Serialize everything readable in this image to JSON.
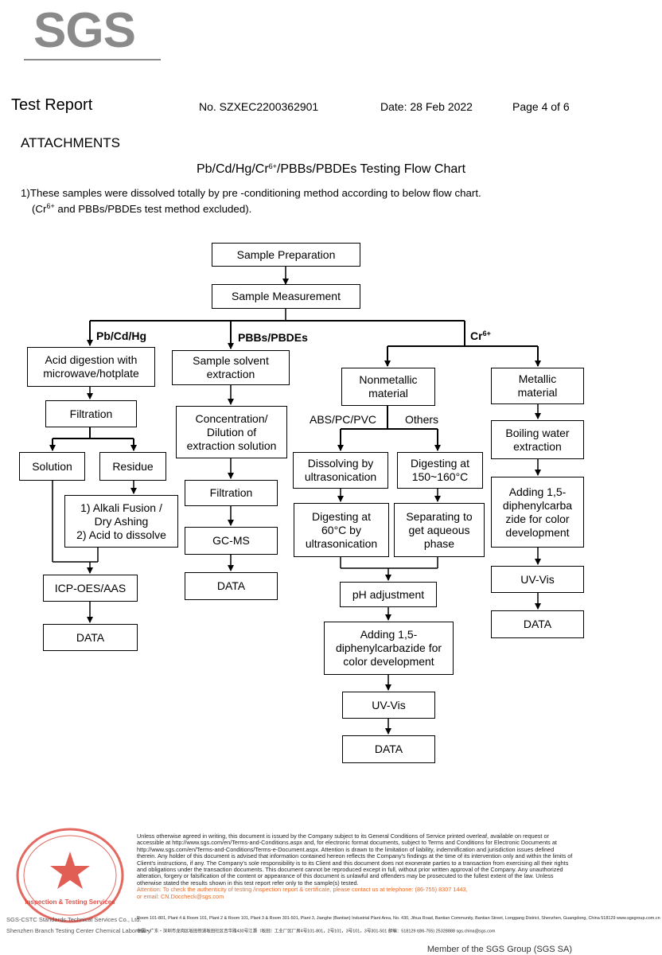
{
  "header": {
    "logo_text": "SGS",
    "title": "Test Report",
    "report_no": "No. SZXEC2200362901",
    "date": "Date: 28 Feb 2022",
    "page": "Page 4 of 6"
  },
  "section_title": "ATTACHMENTS",
  "chart_title": {
    "pre": "Pb/Cd/Hg/Cr",
    "sup": "6+",
    "post": "/PBBs/PBDEs Testing Flow Chart"
  },
  "intro": {
    "line1": "1)These samples were dissolved totally by pre -conditioning method according to below flow chart.",
    "line2_pre": "(Cr",
    "line2_sup": "6+",
    "line2_post": " and PBBs/PBDEs  test method excluded)."
  },
  "flow": {
    "sample_prep": "Sample Preparation",
    "sample_meas": "Sample Measurement",
    "branch_pb": "Pb/Cd/Hg",
    "branch_pbb": "PBBs/PBDEs",
    "branch_cr": "Cr",
    "branch_cr_sup": "6+",
    "pb": {
      "acid_l1": "Acid digestion with",
      "acid_l2": "microwave/hotplate",
      "filtration": "Filtration",
      "solution": "Solution",
      "residue": "Residue",
      "alkali_l1": "1) Alkali Fusion /",
      "alkali_l2": "Dry Ashing",
      "alkali_l3": "2) Acid to dissolve",
      "icp": "ICP-OES/AAS",
      "data": "DATA"
    },
    "pbb": {
      "solvent_l1": "Sample solvent",
      "solvent_l2": "extraction",
      "conc_l1": "Concentration/",
      "conc_l2": "Dilution of",
      "conc_l3": "extraction solution",
      "filtration": "Filtration",
      "gcms": "GC-MS",
      "data": "DATA"
    },
    "cr": {
      "nonmet_l1": "Nonmetallic",
      "nonmet_l2": "material",
      "met_l1": "Metallic",
      "met_l2": "material",
      "abs": "ABS/PC/PVC",
      "others": "Others",
      "diss_l1": "Dissolving by",
      "diss_l2": "ultrasonication",
      "dig150_l1": "Digesting at",
      "dig150_l2": "150~160°C",
      "dig60_l1": "Digesting at",
      "dig60_l2": "60°C by",
      "dig60_l3": "ultrasonication",
      "sep_l1": "Separating to",
      "sep_l2": "get aqueous",
      "sep_l3": "phase",
      "ph": "pH adjustment",
      "add_l1": "Adding 1,5-",
      "add_l2": "diphenylcarbazide for",
      "add_l3": "color development",
      "uvvis": "UV-Vis",
      "data": "DATA",
      "boil_l1": "Boiling water",
      "boil_l2": "extraction",
      "madd_l1": "Adding 1,5-",
      "madd_l2": "diphenylcarba",
      "madd_l3": "zide for color",
      "madd_l4": "development",
      "muvvis": "UV-Vis",
      "mdata": "DATA"
    }
  },
  "footer": {
    "legal": "Unless otherwise agreed in writing, this document is issued by the Company subject to its General Conditions of Service printed overleaf, available on request or accessible at http://www.sgs.com/en/Terms-and-Conditions.aspx and, for electronic format documents, subject to Terms and Conditions for Electronic Documents at http://www.sgs.com/en/Terms-and-Conditions/Terms-e-Document.aspx. Attention is drawn to the limitation of liability, indemnification and jurisdiction issues defined therein. Any holder of this document is advised that information contained hereon reflects the Company's findings at the time of its intervention only and within the limits of Client's instructions, if any. The Company's sole responsibility is to its Client and this document does not exonerate parties to a transaction from exercising all their rights and obligations under the transaction documents. This document cannot be reproduced except in full, without prior written approval of the Company. Any unauthorized alteration, forgery or falsification of the content or appearance of this document is unlawful and offenders may be prosecuted to the fullest extent of the law. Unless otherwise stated the results shown in this test report refer only to the sample(s) tested.",
    "attention": "Attention: To check the authenticity of testing /inspection report & certificate, please contact us at telephone: (86-755) 8307 1443,",
    "email": "or email: CN.Doccheck@sgs.com",
    "addr_en": "Room 101-801, Plant 4 & Room 101, Plant 2 & Room 101, Plant 3 & Room 301-501, Plant 3, Jianghe (Bantian) Industrial Plant Area, No. 430, Jihua Road, Bantian Community, Bantian Street, Longgang District, Shenzhen, Guangdong, China 518129   www.sgsgroup.com.cn",
    "addr_cn": "中国・广东・深圳市龙岗区坂田街道坂田社区吉华路430号江灏（坂田）工业厂区厂房4号101-801，2号101，3号101，3号301-501 邮编：518129   t(86-755) 25328888   sgs.china@sgs.com",
    "stamp_cap1": "SGS-CSTC Standards Technical Services Co., Ltd.",
    "stamp_cap2": "Shenzhen Branch Testing Center Chemical Laboratory",
    "stamp_text": "Inspection & Testing Services",
    "member": "Member of the SGS Group (SGS SA)"
  },
  "colors": {
    "logo_gray": "#8a8a8a",
    "stamp_red": "#d9362b",
    "attention_orange": "#e36b2a"
  }
}
